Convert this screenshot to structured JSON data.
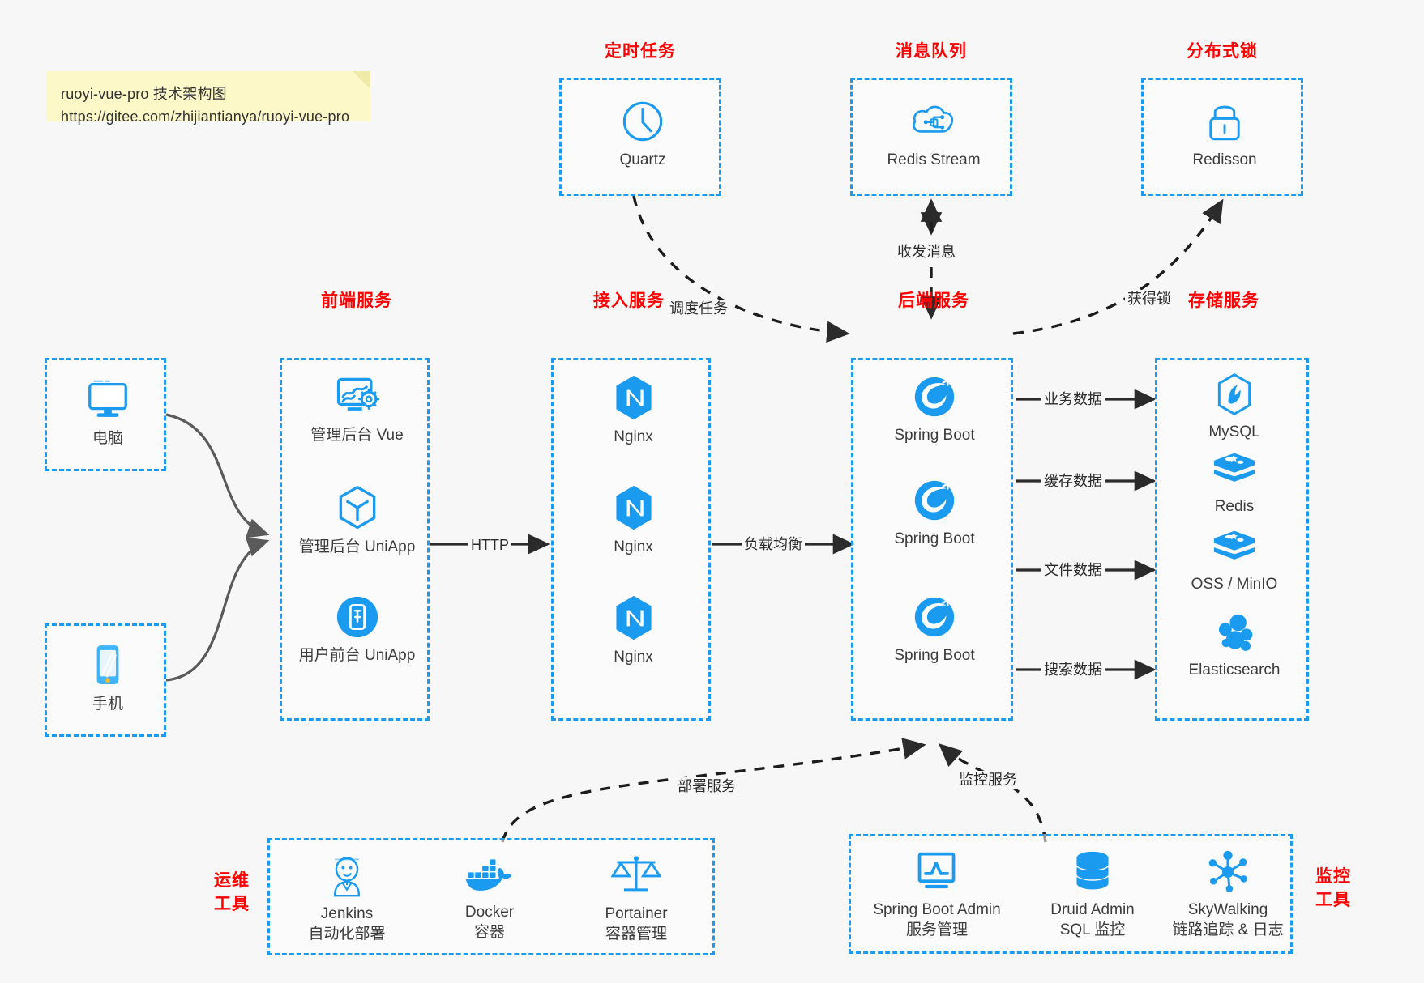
{
  "note": {
    "line1": "ruoyi-vue-pro 技术架构图",
    "line2": "https://gitee.com/zhijiantianya/ruoyi-vue-pro"
  },
  "colors": {
    "accent_blue": "#1b9bf0",
    "label_red": "#ff0000",
    "text_dark": "#3c3c3c",
    "note_bg": "#fcf8c8",
    "page_bg": "#f7f7f7",
    "arrow_dark": "#2b2b2b",
    "curve_gray": "#5a5a5a"
  },
  "groups": {
    "scheduler": "定时任务",
    "mq": "消息队列",
    "lock": "分布式锁",
    "frontend": "前端服务",
    "gateway": "接入服务",
    "backend": "后端服务",
    "storage": "存储服务",
    "devops": "运维\n工具",
    "devops_l1": "运维",
    "devops_l2": "工具",
    "monitor_l1": "监控",
    "monitor_l2": "工具"
  },
  "clients": [
    {
      "label": "电脑",
      "icon": "desktop-computer-icon"
    },
    {
      "label": "手机",
      "icon": "mobile-phone-icon"
    }
  ],
  "scheduler": {
    "label": "Quartz",
    "icon": "clock-icon"
  },
  "mq": {
    "label": "Redis Stream",
    "icon": "cloud-stream-icon"
  },
  "lock": {
    "label": "Redisson",
    "icon": "padlock-icon"
  },
  "frontend": [
    {
      "label": "管理后台 Vue",
      "icon": "dashboard-gear-icon"
    },
    {
      "label": "管理后台 UniApp",
      "icon": "uniapp-cube-icon"
    },
    {
      "label": "用户前台 UniApp",
      "icon": "uniapp-mobile-icon"
    }
  ],
  "gateway": [
    {
      "label": "Nginx",
      "icon": "nginx-icon"
    },
    {
      "label": "Nginx",
      "icon": "nginx-icon"
    },
    {
      "label": "Nginx",
      "icon": "nginx-icon"
    }
  ],
  "backend": [
    {
      "label": "Spring Boot",
      "icon": "spring-boot-icon"
    },
    {
      "label": "Spring Boot",
      "icon": "spring-boot-icon"
    },
    {
      "label": "Spring Boot",
      "icon": "spring-boot-icon"
    }
  ],
  "storage": [
    {
      "label": "MySQL",
      "icon": "mysql-icon"
    },
    {
      "label": "Redis",
      "icon": "redis-icon"
    },
    {
      "label": "OSS / MinIO",
      "icon": "object-storage-icon"
    },
    {
      "label": "Elasticsearch",
      "icon": "elasticsearch-icon"
    }
  ],
  "devops": [
    {
      "name": "Jenkins",
      "desc": "自动化部署",
      "icon": "jenkins-icon"
    },
    {
      "name": "Docker",
      "desc": "容器",
      "icon": "docker-whale-icon"
    },
    {
      "name": "Portainer",
      "desc": "容器管理",
      "icon": "scales-balance-icon"
    }
  ],
  "monitor": [
    {
      "name": "Spring Boot Admin",
      "desc": "服务管理",
      "icon": "monitor-chart-icon"
    },
    {
      "name": "Druid Admin",
      "desc": "SQL 监控",
      "icon": "database-stack-icon"
    },
    {
      "name": "SkyWalking",
      "desc": "链路追踪 & 日志",
      "icon": "skywalking-nodes-icon"
    }
  ],
  "edges": {
    "http": "HTTP",
    "load_balance": "负载均衡",
    "schedule_task": "调度任务",
    "send_receive_msg": "收发消息",
    "acquire_lock": "获得锁",
    "business_data": "业务数据",
    "cache_data": "缓存数据",
    "file_data": "文件数据",
    "search_data": "搜索数据",
    "deploy_service": "部署服务",
    "monitor_service": "监控服务"
  }
}
